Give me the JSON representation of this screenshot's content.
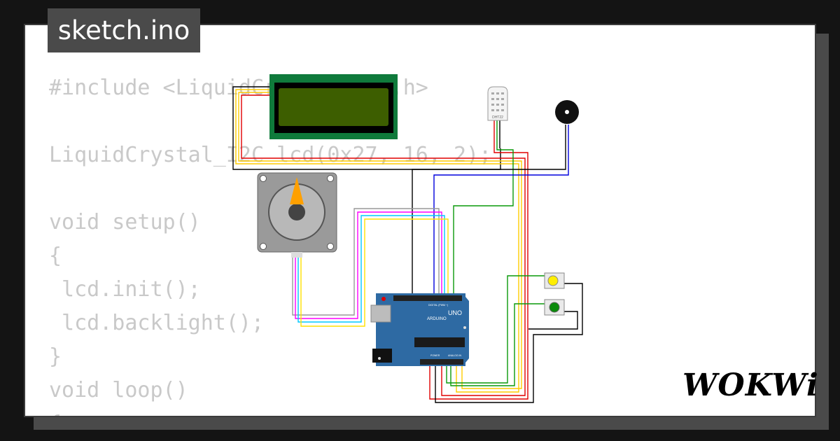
{
  "tab": {
    "label": "sketch.ino"
  },
  "code_lines": [
    "#include <LiquidCrystal_I2C.h>",
    "",
    "LiquidCrystal_I2C lcd(0x27, 16, 2);",
    "",
    "void setup()",
    "{",
    " lcd.init();",
    " lcd.backlight();",
    "}",
    "void loop()",
    "{"
  ],
  "board": {
    "brand": "ARDUINO",
    "model": "UNO",
    "header_label": "DIGITAL (PWM ~)",
    "power_label": "POWER",
    "analog_label": "ANALOG IN"
  },
  "sensor": {
    "label": "DHT22"
  },
  "logo": {
    "text": "WOKWi"
  },
  "colors": {
    "background": "#141414",
    "card": "#ffffff",
    "code_text": "#c9c9c9",
    "tab": "#4a4a4a",
    "lcd_pcb": "#0f7a3b",
    "lcd_screen": "#3d5e00",
    "board": "#2e6aa3",
    "button_yellow": "#ffee00",
    "button_green": "#0a8a0a"
  },
  "icons": [
    "stepper-motor-icon",
    "buzzer-icon",
    "dht22-sensor-icon",
    "pushbutton-icon"
  ]
}
